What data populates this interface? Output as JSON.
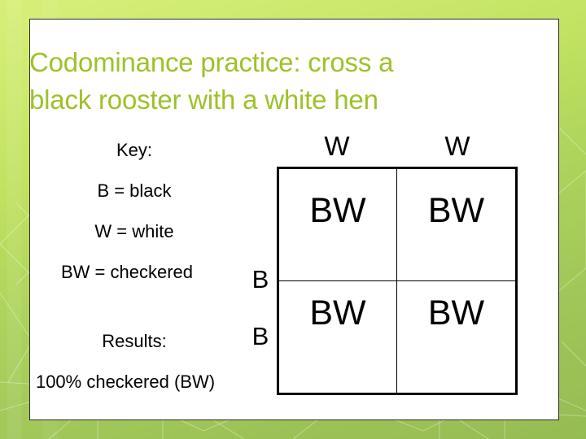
{
  "slide": {
    "title": "Codominance practice: cross a\nblack rooster with a white hen",
    "title_color": "#9dc228",
    "background_color": "#aed45c",
    "card_background": "#ffffff"
  },
  "key": {
    "heading": "Key:",
    "entries": [
      "B = black",
      "W = white",
      "BW = checkered"
    ]
  },
  "results": {
    "label": "Results:",
    "value": "100% checkered (BW)"
  },
  "punnett": {
    "column_labels": [
      "W",
      "W"
    ],
    "row_labels": [
      "B",
      "B"
    ],
    "cells": [
      [
        "BW",
        "BW"
      ],
      [
        "BW",
        "BW"
      ]
    ]
  }
}
